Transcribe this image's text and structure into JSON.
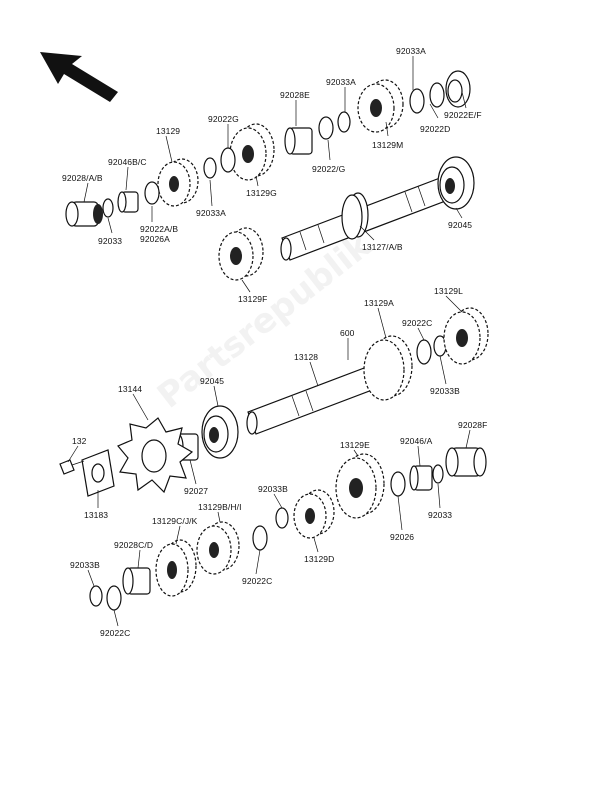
{
  "watermark": "Partsrepublik",
  "labels": {
    "l92033A_top": "92033A",
    "l92033A_mid": "92033A",
    "l92028E": "92028E",
    "l92022G": "92022G",
    "l13129": "13129",
    "l92046BC": "92046B/C",
    "l92028AB": "92028/A/B",
    "l92022EF": "92022E/F",
    "l92022D": "92022D",
    "l13129M": "13129M",
    "l92022G2": "92022/G",
    "l13129G": "13129G",
    "l92033A_low": "92033A",
    "l92022AB": "92022A/B",
    "l92026A": "92026A",
    "l92033_left": "92033",
    "l92045_top": "92045",
    "l13127AB": "13127/A/B",
    "l13129F": "13129F",
    "l13129A": "13129A",
    "l13129L": "13129L",
    "l92022C_top": "92022C",
    "l600": "600",
    "l13128": "13128",
    "l92033B_right": "92033B",
    "l13144": "13144",
    "l92045_mid": "92045",
    "l132": "132",
    "l92027": "92027",
    "l13183": "13183",
    "l92033B_mid": "92033B",
    "l13129BHI": "13129B/H/I",
    "l13129E": "13129E",
    "l92046A": "92046/A",
    "l92028F": "92028F",
    "l92033_right": "92033",
    "l92026": "92026",
    "l13129D": "13129D",
    "l92022C_mid": "92022C",
    "l13129CJK": "13129C/J/K",
    "l92028CD": "92028C/D",
    "l92033B_low": "92033B",
    "l92022C_low": "92022C"
  }
}
